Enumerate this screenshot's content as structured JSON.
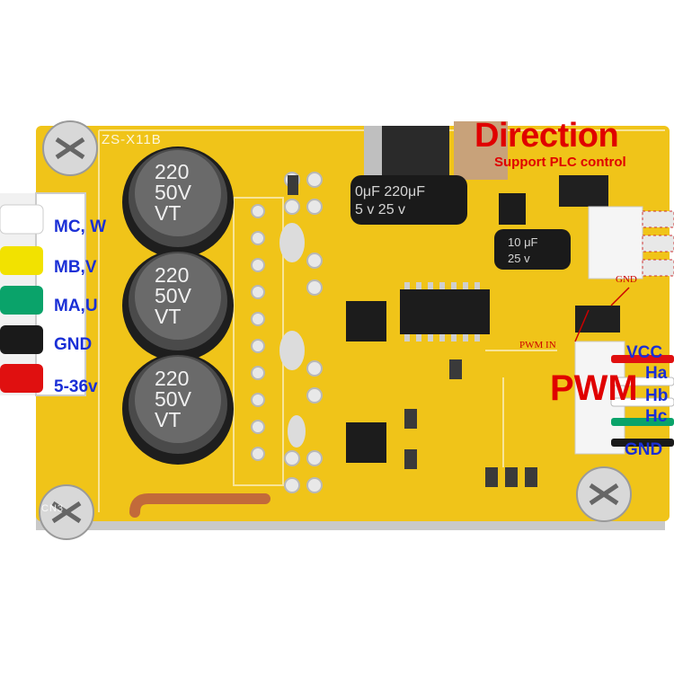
{
  "board": {
    "model": "ZS-X11B",
    "connector_label": "CN3"
  },
  "motor_wires": [
    {
      "label": "MC, W",
      "color": "#ffffff"
    },
    {
      "label": "MB,V",
      "color": "#f2e200"
    },
    {
      "label": "MA,U",
      "color": "#0aa36a"
    },
    {
      "label": "GND",
      "color": "#1a1a1a"
    },
    {
      "label": "5-36v",
      "color": "#e01010"
    }
  ],
  "hall_wires": [
    {
      "label": "VCC",
      "color": "#e01010"
    },
    {
      "label": "Ha",
      "color": "#ffffff"
    },
    {
      "label": "Hb",
      "color": "#ffffff"
    },
    {
      "label": "Hc",
      "color": "#0aa36a"
    },
    {
      "label": "GND",
      "color": "#1a1a1a"
    }
  ],
  "direction": {
    "title": "Direction",
    "subtitle": "Support PLC control"
  },
  "pwm": {
    "title": "PWM",
    "pwm_in_label": "PWM IN",
    "gnd_label": "GND"
  },
  "capacitors": [
    {
      "value": "220",
      "voltage": "50V",
      "series": "VT"
    },
    {
      "value": "220",
      "voltage": "50V",
      "series": "VT"
    },
    {
      "value": "220",
      "voltage": "50V",
      "series": "VT"
    }
  ],
  "small_caps": [
    {
      "text": "0μF 220μF",
      "sub": "5 v  25 v"
    },
    {
      "text": "10 μF",
      "sub": "25 v"
    }
  ],
  "colors": {
    "pcb": "#f0c419",
    "pcb_dark": "#d9a90f",
    "label_blue": "#1a2fd6",
    "label_red": "#e00000"
  }
}
